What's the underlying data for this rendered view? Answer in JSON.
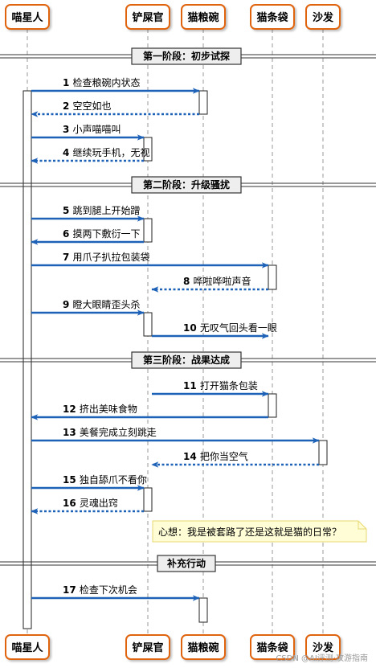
{
  "participants": [
    {
      "id": "cat",
      "label": "喵星人"
    },
    {
      "id": "owner",
      "label": "铲屎官"
    },
    {
      "id": "bowl",
      "label": "猫粮碗"
    },
    {
      "id": "bag",
      "label": "猫条袋"
    },
    {
      "id": "sofa",
      "label": "沙发"
    }
  ],
  "dividers": [
    {
      "label": "第一阶段：初步试探"
    },
    {
      "label": "第二阶段：升级骚扰"
    },
    {
      "label": "第三阶段：战果达成"
    },
    {
      "label": "补充行动"
    }
  ],
  "messages": [
    {
      "num": "1",
      "text": "检查粮碗内状态",
      "from": "cat",
      "to": "bowl",
      "style": "solid"
    },
    {
      "num": "2",
      "text": "空空如也",
      "from": "bowl",
      "to": "cat",
      "style": "dashed"
    },
    {
      "num": "3",
      "text": "小声喵喵叫",
      "from": "cat",
      "to": "owner",
      "style": "solid"
    },
    {
      "num": "4",
      "text": "继续玩手机，无视",
      "from": "owner",
      "to": "cat",
      "style": "dashed"
    },
    {
      "num": "5",
      "text": "跳到腿上开始蹭",
      "from": "cat",
      "to": "owner",
      "style": "solid"
    },
    {
      "num": "6",
      "text": "摸两下敷衍一下",
      "from": "owner",
      "to": "cat",
      "style": "solid"
    },
    {
      "num": "7",
      "text": "用爪子扒拉包装袋",
      "from": "cat",
      "to": "bag",
      "style": "solid"
    },
    {
      "num": "8",
      "text": "哗啦哗啦声音",
      "from": "bag",
      "to": "owner",
      "style": "dashed"
    },
    {
      "num": "9",
      "text": "瞪大眼睛歪头杀",
      "from": "cat",
      "to": "owner",
      "style": "solid"
    },
    {
      "num": "10",
      "text": "无叹气回头看一眼",
      "from": "owner",
      "to": "bag",
      "style": "solid"
    },
    {
      "num": "11",
      "text": "打开猫条包装",
      "from": "owner",
      "to": "bag",
      "style": "solid"
    },
    {
      "num": "12",
      "text": "挤出美味食物",
      "from": "bag",
      "to": "cat",
      "style": "solid"
    },
    {
      "num": "13",
      "text": "美餐完成立刻跳走",
      "from": "cat",
      "to": "sofa",
      "style": "solid"
    },
    {
      "num": "14",
      "text": "把你当空气",
      "from": "sofa",
      "to": "owner",
      "style": "dashed"
    },
    {
      "num": "15",
      "text": "独自舔爪不看你",
      "from": "cat",
      "to": "owner",
      "style": "solid"
    },
    {
      "num": "16",
      "text": "灵魂出窍",
      "from": "owner",
      "to": "cat",
      "style": "dashed"
    },
    {
      "num": "17",
      "text": "检查下次机会",
      "from": "cat",
      "to": "bowl",
      "style": "solid"
    }
  ],
  "note": {
    "text": "心想：我是被套路了还是这就是猫的日常？"
  },
  "watermark": "CSDN @AI评测·攻游指南",
  "colors": {
    "participant_border": "#e0630e",
    "participant_fill": "#fefefe",
    "arrow": "#1e62b8",
    "lifeline": "#999999",
    "activation_fill": "#ffffff",
    "note_fill": "#fefdd6",
    "note_border": "#e8d870"
  }
}
